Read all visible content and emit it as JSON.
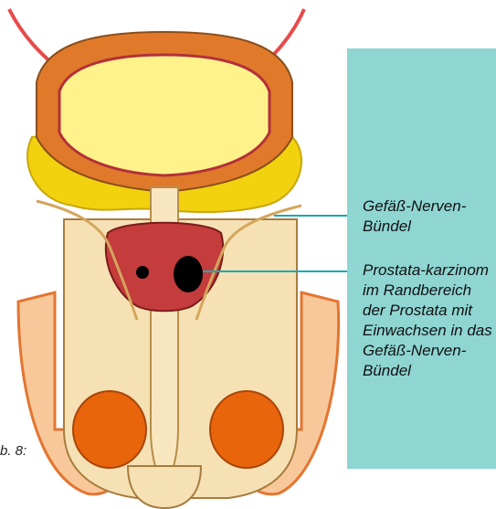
{
  "header": {
    "clipped_text": ""
  },
  "labels": {
    "neurovascular_bundle": "Gefäß-Nerven-Bündel",
    "carcinoma": "Prostata-karzinom im Randbereich der Prostata mit Einwachsen in das Gefäß-Nerven-Bündel"
  },
  "caption": "b. 8:",
  "colors": {
    "panel": "#8fd5d2",
    "leader_line": "#1aa9b3",
    "bladder_fill": "#fff28a",
    "bladder_wall": "#e07a2a",
    "prostate": "#c43c3c",
    "tumor": "#000000",
    "fat": "#f2d20e",
    "tissue": "#f6e1b4",
    "testes": "#e8650c"
  }
}
